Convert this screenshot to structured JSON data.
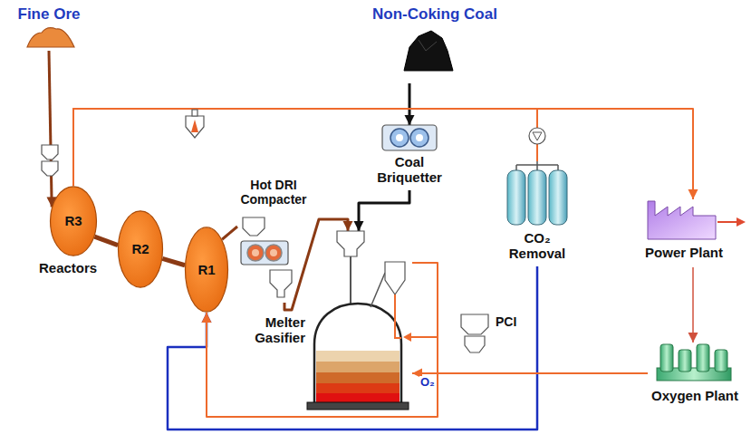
{
  "diagram": {
    "nodes": [
      {
        "text": [
          "Fine Ore"
        ]
      },
      {
        "text": [
          "Non-Coking Coal"
        ]
      },
      {
        "text": [
          "R3"
        ]
      },
      {
        "text": [
          "R2"
        ]
      },
      {
        "text": [
          "R1"
        ]
      },
      {
        "text": [
          "Hot DRI Compacter"
        ]
      },
      {
        "text": [
          "Coal Briquetter"
        ]
      },
      {
        "text": [
          "Melter Gasifier"
        ]
      },
      {
        "text": [
          "CO₂ Removal"
        ]
      },
      {
        "text": [
          "PCI"
        ]
      },
      {
        "text": [
          "Power Plant"
        ]
      },
      {
        "text": [
          "Oxygen Plant"
        ]
      }
    ],
    "edges": [
      {
        "from": 0,
        "to": 2,
        "arrow": "to"
      },
      {
        "from": 2,
        "to": 3,
        "arrow": "none"
      },
      {
        "from": 3,
        "to": 4,
        "arrow": "none"
      },
      {
        "from": 4,
        "to": 5,
        "arrow": "none"
      },
      {
        "from": 5,
        "to": 7,
        "arrow": "to"
      },
      {
        "from": 1,
        "to": 6,
        "arrow": "to"
      },
      {
        "from": 6,
        "to": 7,
        "arrow": "to"
      },
      {
        "from": 2,
        "to": 10,
        "arrow": "to"
      },
      {
        "from": 2,
        "to": 8,
        "arrow": "none"
      },
      {
        "from": 8,
        "to": 4,
        "arrow": "to"
      },
      {
        "from": 7,
        "to": 4,
        "arrow": "to"
      },
      {
        "from": 10,
        "to": 11,
        "arrow": "to"
      },
      {
        "from": 11,
        "to": 7,
        "label": "O₂",
        "arrow": "to"
      }
    ],
    "labels": [
      "Reactors"
    ]
  }
}
